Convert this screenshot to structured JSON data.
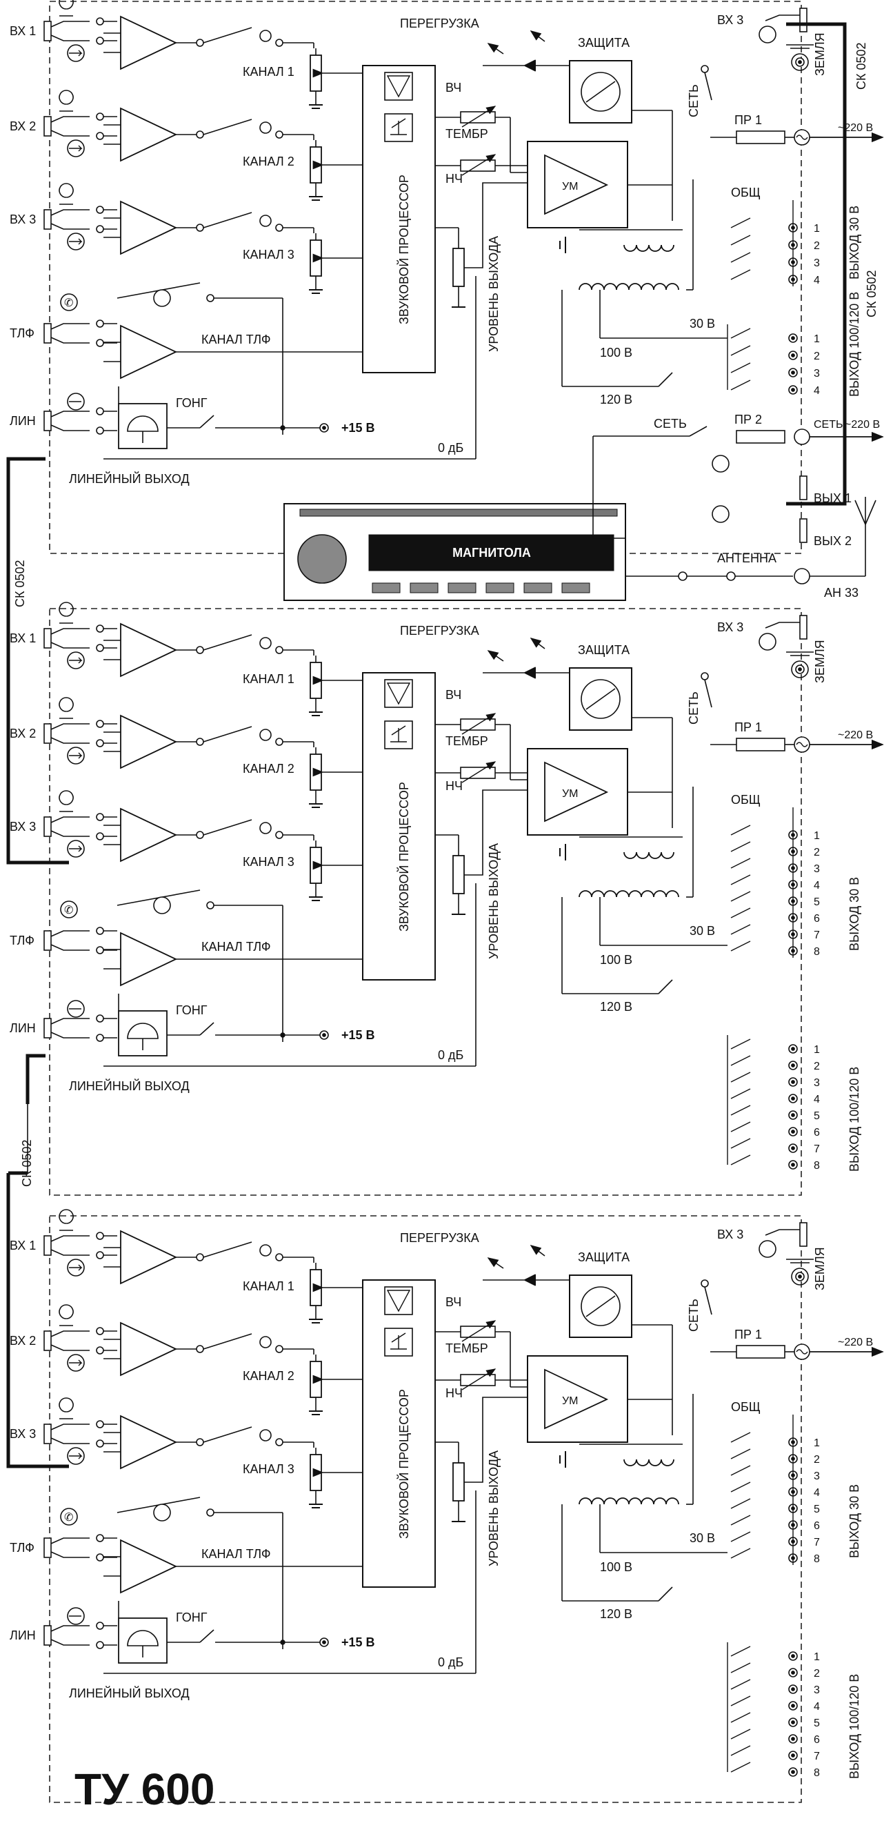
{
  "title": "ТУ 600",
  "cables": {
    "sk": "СК 0502",
    "an": "АН 33"
  },
  "recorder": {
    "label": "МАГНИТОЛА",
    "antenna": "АНТЕННА",
    "out1": "ВЫХ 1",
    "out2": "ВЫХ 2",
    "mains": "СЕТЬ",
    "mains_voltage": "~220 В",
    "fuse": "ПР 2"
  },
  "units": [
    {
      "inputs": [
        "ВХ 1",
        "ВХ 2",
        "ВХ 3",
        "ТЛФ",
        "ЛИН"
      ],
      "channels": [
        "КАНАЛ 1",
        "КАНАЛ 2",
        "КАНАЛ 3",
        "КАНАЛ ТЛФ"
      ],
      "gong": "ГОНГ",
      "power": "+15 В",
      "line_out": "ЛИНЕЙНЫЙ  ВЫХОД",
      "zero_db": "0 дБ",
      "processor": "ЗВУКОВОЙ ПРОЦЕССОР",
      "hf": "ВЧ",
      "tone": "ТЕМБР",
      "lf": "НЧ",
      "level": "УРОВЕНЬ ВЫХОДА",
      "overload": "ПЕРЕГРУЗКА",
      "protection": "ЗАЩИТА",
      "amp": "УМ",
      "vx3": "ВХ 3",
      "ground": "ЗЕМЛЯ",
      "mains": "СЕТЬ",
      "fuse": "ПР 1",
      "mains_voltage": "~220 В",
      "common": "ОБЩ",
      "out30": "ВЫХОД 30 В",
      "out100": "ВЫХОД 100/120 В",
      "tap30": "30 В",
      "tap100": "100 В",
      "tap120": "120 В",
      "out30_terms": [
        "1",
        "2",
        "3",
        "4"
      ],
      "out100_terms": [
        "1",
        "2",
        "3",
        "4"
      ]
    },
    {
      "inputs": [
        "ВХ 1",
        "ВХ 2",
        "ВХ 3",
        "ТЛФ",
        "ЛИН"
      ],
      "channels": [
        "КАНАЛ 1",
        "КАНАЛ 2",
        "КАНАЛ 3",
        "КАНАЛ ТЛФ"
      ],
      "gong": "ГОНГ",
      "power": "+15 В",
      "line_out": "ЛИНЕЙНЫЙ  ВЫХОД",
      "zero_db": "0 дБ",
      "processor": "ЗВУКОВОЙ ПРОЦЕССОР",
      "hf": "ВЧ",
      "tone": "ТЕМБР",
      "lf": "НЧ",
      "level": "УРОВЕНЬ ВЫХОДА",
      "overload": "ПЕРЕГРУЗКА",
      "protection": "ЗАЩИТА",
      "amp": "УМ",
      "vx3": "ВХ 3",
      "ground": "ЗЕМЛЯ",
      "mains": "СЕТЬ",
      "fuse": "ПР 1",
      "mains_voltage": "~220 В",
      "common": "ОБЩ",
      "out30": "ВЫХОД 30 В",
      "out100": "ВЫХОД 100/120 В",
      "tap30": "30 В",
      "tap100": "100 В",
      "tap120": "120 В",
      "out30_terms": [
        "1",
        "2",
        "3",
        "4",
        "5",
        "6",
        "7",
        "8"
      ],
      "out100_terms": [
        "1",
        "2",
        "3",
        "4",
        "5",
        "6",
        "7",
        "8"
      ]
    },
    {
      "inputs": [
        "ВХ 1",
        "ВХ 2",
        "ВХ 3",
        "ТЛФ",
        "ЛИН"
      ],
      "channels": [
        "КАНАЛ 1",
        "КАНАЛ 2",
        "КАНАЛ 3",
        "КАНАЛ ТЛФ"
      ],
      "gong": "ГОНГ",
      "power": "+15 В",
      "line_out": "ЛИНЕЙНЫЙ  ВЫХОД",
      "zero_db": "0 дБ",
      "processor": "ЗВУКОВОЙ ПРОЦЕССОР",
      "hf": "ВЧ",
      "tone": "ТЕМБР",
      "lf": "НЧ",
      "level": "УРОВЕНЬ ВЫХОДА",
      "overload": "ПЕРЕГРУЗКА",
      "protection": "ЗАЩИТА",
      "amp": "УМ",
      "vx3": "ВХ 3",
      "ground": "ЗЕМЛЯ",
      "mains": "СЕТЬ",
      "fuse": "ПР 1",
      "mains_voltage": "~220 В",
      "common": "ОБЩ",
      "out30": "ВЫХОД 30 В",
      "out100": "ВЫХОД 100/120 В",
      "tap30": "30 В",
      "tap100": "100 В",
      "tap120": "120 В",
      "out30_terms": [
        "1",
        "2",
        "3",
        "4",
        "5",
        "6",
        "7",
        "8"
      ],
      "out100_terms": [
        "1",
        "2",
        "3",
        "4",
        "5",
        "6",
        "7",
        "8"
      ]
    }
  ]
}
